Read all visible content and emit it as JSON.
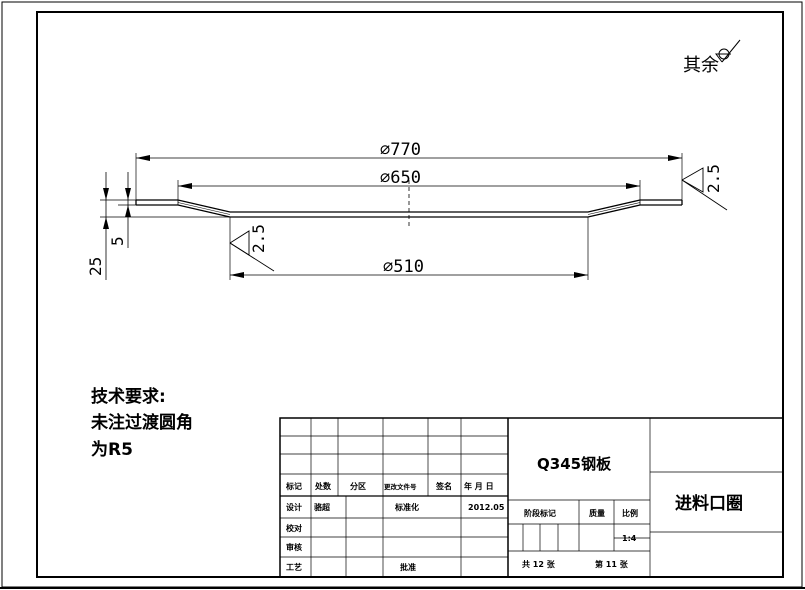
{
  "dimensions": {
    "outer_diameter": "⌀770",
    "middle_diameter": "⌀650",
    "inner_diameter": "⌀510",
    "height_total": "25",
    "height_flange": "5",
    "roughness_right": "2.5",
    "roughness_left": "2.5"
  },
  "roughness_note": {
    "label": "其余"
  },
  "tech_requirements": {
    "title": "技术要求:",
    "line1": "未注过渡圆角",
    "line2": "为R5"
  },
  "title_block": {
    "material": "Q345钢板",
    "part_name": "进料口圈",
    "headers": {
      "mark": "标记",
      "count": "处数",
      "zone": "分区",
      "change_doc": "更改文件号",
      "signature": "签名",
      "date": "年 月 日"
    },
    "design_label": "设计",
    "designer": "骆超",
    "standardization_label": "标准化",
    "design_date": "2012.05",
    "check_label": "校对",
    "review_label": "审核",
    "process_label": "工艺",
    "approve_label": "批准",
    "stage_mark_label": "阶段标记",
    "weight_label": "质量",
    "scale_label": "比例",
    "scale_value": "1:4",
    "sheets_total": "共 12 张",
    "sheet_number": "第 11 张"
  }
}
